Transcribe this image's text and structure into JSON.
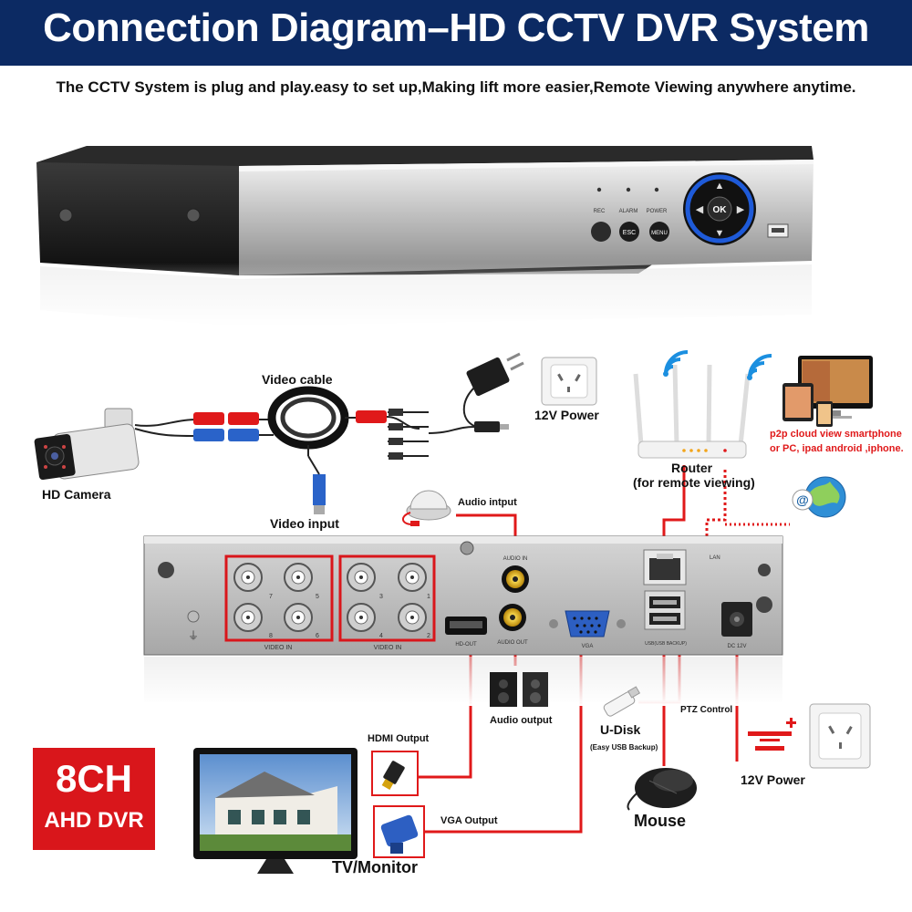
{
  "header": {
    "title": "Connection Diagram–HD CCTV DVR System",
    "subtitle": "The CCTV System is plug and play.easy to set up,Making lift more easier,Remote Viewing anywhere anytime."
  },
  "dvr_front": {
    "led_labels": [
      "REC",
      "ALARM",
      "POWER"
    ],
    "button_labels": [
      "ESC",
      "MENU"
    ],
    "nav_center_label": "OK"
  },
  "components": {
    "video_cable": "Video cable",
    "power_top": "12V Power",
    "hd_camera": "HD Camera",
    "video_input": "Video input",
    "router": "Router",
    "router_sub": "(for remote viewing)",
    "p2p_line1": "p2p cloud  view smartphone",
    "p2p_line2": "or PC, ipad android ,iphone.",
    "audio_input": "Audio intput",
    "audio_output": "Audio output",
    "hdmi_output": "HDMI Output",
    "vga_output": "VGA Output",
    "tv_monitor": "TV/Monitor",
    "udisk": "U-Disk",
    "udisk_sub": "(Easy USB Backup)",
    "ptz": "PTZ Control",
    "mouse": "Mouse",
    "power_bottom": "12V Power"
  },
  "dvr_back": {
    "video_in_label": "VIDEO IN",
    "port_numbers_top": [
      "7",
      "5",
      "3",
      "1"
    ],
    "port_numbers_bottom": [
      "8",
      "6",
      "4",
      "2"
    ],
    "audio_in": "AUDIO IN",
    "audio_out": "AUDIO OUT",
    "hd_out": "HD-OUT",
    "vga": "VGA",
    "lan": "LAN",
    "dc": "DC 12V",
    "usb": "USB(USB BACKUP)"
  },
  "badge": {
    "line1": "8CH",
    "line2": "AHD DVR"
  },
  "colors": {
    "title_bg": "#0c2a63",
    "cable_red": "#e0191a",
    "badge_red": "#d9161b",
    "wifi_blue": "#1b8fe0",
    "nav_blue": "#1e5ad8"
  }
}
